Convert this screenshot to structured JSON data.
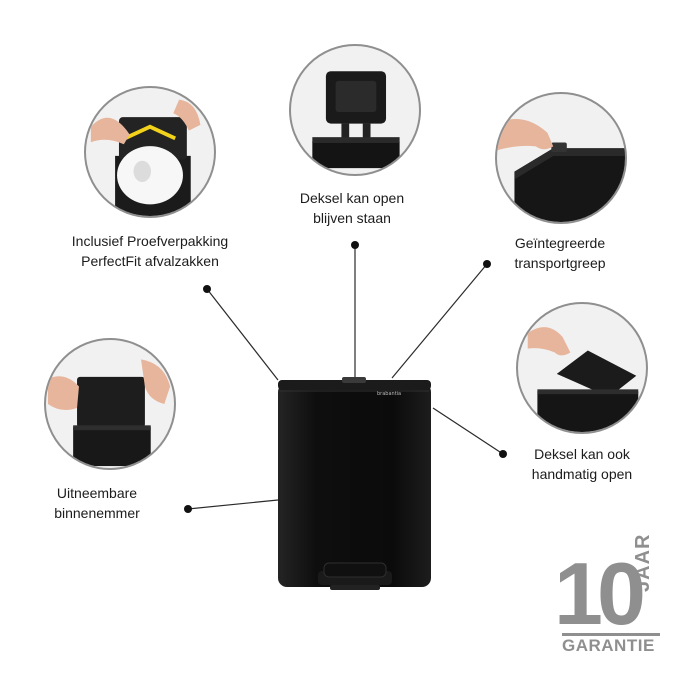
{
  "features": [
    {
      "line1": "Inclusief Proefverpakking",
      "line2": "PerfectFit afvalzakken"
    },
    {
      "line1": "Deksel kan open",
      "line2": "blijven staan"
    },
    {
      "line1": "Geïntegreerde",
      "line2": "transportgreep"
    },
    {
      "line1": "Deksel kan ook",
      "line2": "handmatig open"
    },
    {
      "line1": "Uitneembare",
      "line2": "binnenemmer"
    }
  ],
  "brand": {
    "bin_logo": "brabantia"
  },
  "warranty": {
    "number": "10",
    "unit": "JAAR",
    "word": "GARANTIE"
  },
  "colors": {
    "bin": "#151515",
    "leader": "#2a2a2a",
    "circle_border": "#8f8f8f",
    "warranty_gray": "#8f8f8f",
    "bag_handle": "#f2d21b"
  }
}
